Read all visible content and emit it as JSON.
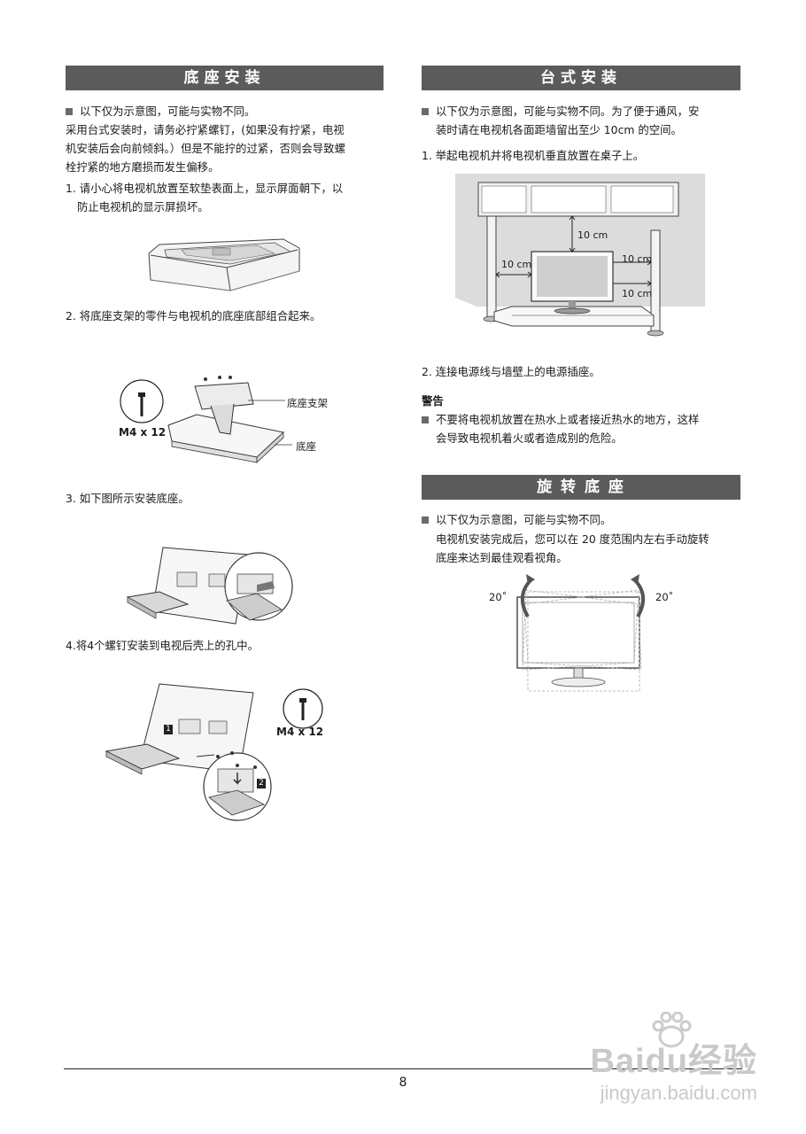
{
  "left": {
    "heading": "底座安装",
    "note_bullet": "以下仅为示意图，可能与实物不同。",
    "note_line1": "采用台式安装时，请务必拧紧螺钉，(如果没有拧紧，电视",
    "note_line2": "机安装后会向前倾斜。）但是不能拧的过紧，否则会导致螺",
    "note_line3": "栓拧紧的地方磨损而发生偏移。",
    "step1_line1": "1. 请小心将电视机放置至软垫表面上，显示屏面朝下，以",
    "step1_line2": "防止电视机的显示屏损坏。",
    "step2": "2. 将底座支架的零件与电视机的底座底部组合起来。",
    "screw_label": "M4 x 12",
    "label_bracket": "底座支架",
    "label_base": "底座",
    "step3": "3. 如下图所示安装底座。",
    "step4": "4.将4个螺钉安装到电视后壳上的孔中。",
    "screw_label2": "M4 x 12",
    "badge1": "1",
    "badge2": "2"
  },
  "right": {
    "heading": "台式安装",
    "note_line1": "以下仅为示意图，可能与实物不同。为了便于通风，安",
    "note_line2": "装时请在电视机各面距墙留出至少 10cm 的空间。",
    "step1": "1.  举起电视机并将电视机垂直放置在桌子上。",
    "dim_top": "10 cm",
    "dim_left": "10 cm",
    "dim_right1": "10 cm",
    "dim_right2": "10 cm",
    "step2": "2.  连接电源线与墙壁上的电源插座。",
    "warning_title": "警告",
    "warning_line1": "不要将电视机放置在热水上或者接近热水的地方，这样",
    "warning_line2": "会导致电视机着火或者造成别的危险。",
    "swivel_heading": "旋 转 底 座",
    "swivel_bullet": "以下仅为示意图，可能与实物不同。",
    "swivel_line1": "电视机安装完成后，您可以在 20 度范围内左右手动旋转",
    "swivel_line2": "底座来达到最佳观看视角。",
    "angle_left": "20˚",
    "angle_right": "20˚"
  },
  "footer": {
    "page_number": "8"
  },
  "watermark": {
    "brand": "Baidu经验",
    "url": "jingyan.baidu.com"
  }
}
